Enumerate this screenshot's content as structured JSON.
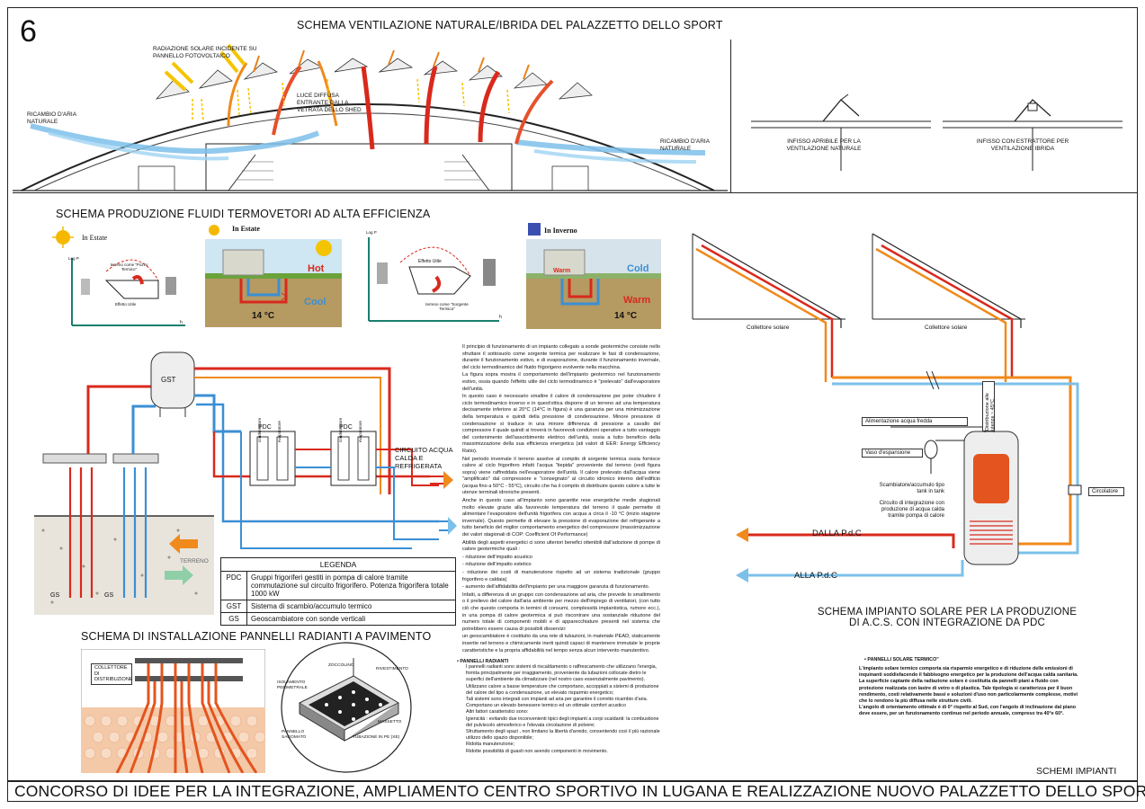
{
  "sheet_number": "6",
  "titles": {
    "ventilation": "SCHEMA VENTILAZIONE NATURALE/IBRIDA DEL PALAZZETTO DELLO SPORT",
    "fluids": "SCHEMA PRODUZIONE FLUIDI TERMOVETORI AD ALTA EFFICIENZA",
    "floor": "SCHEMA DI INSTALLAZIONE PANNELLI RADIANTI A PAVIMENTO",
    "solar_line1": "SCHEMA IMPIANTO SOLARE PER LA PRODUZIONE",
    "solar_line2": "DI A.C.S. CON INTEGRAZIONE DA PDC",
    "category": "SCHEMI IMPIANTI",
    "contest": "CONCORSO DI IDEE PER LA INTEGRAZIONE, AMPLIAMENTO CENTRO SPORTIVO IN LUGANA E REALIZZAZIONE NUOVO PALAZZETTO DELLO SPORT"
  },
  "ventilation_labels": {
    "solar": "RADIAZIONE SOLARE INCIDENTE SU PANNELLO FOTOVOLTAICO",
    "diffuse": "LUCE DIFFUSA ENTRANTE DALLA VETRATA DELLO SHED",
    "air_left": "RICAMBIO D'ARIA NATURALE",
    "air_right": "RICAMBIO D'ARIA NATURALE",
    "fixture_natural": "INFISSO APRIBILE PER LA VENTILAZIONE NATURALE",
    "fixture_hybrid": "INFISSO CON ESTRATTORE PER VENTILAZIONE IBRIDA"
  },
  "cycle_panels": {
    "summer": "In Estate",
    "winter": "In Inverno",
    "log_p": "Log P",
    "h": "h",
    "effetto_utile": "Effetto Utile",
    "pozzo": "terreno come \"Pozzo Termico\"",
    "sorgente": "terreno come \"Sorgente Termica\"",
    "hot": "Hot",
    "cool": "Cool",
    "cold": "Cold",
    "warm": "Warm",
    "temp": "14 °C"
  },
  "plant": {
    "gst": "GST",
    "pdc1": "PDC",
    "pdc2": "PDC",
    "condensatore": "condensatore",
    "evaporatore": "evaporatore",
    "circuit": "CIRCUITO ACQUA CALDA E REFRIGERATA",
    "terreno": "TERRENO",
    "gs1": "GS",
    "gs2": "GS"
  },
  "legend": {
    "header": "LEGENDA",
    "rows": [
      {
        "code": "PDC",
        "text": "Gruppi frigoriferi gestiti in pompa di calore tramite commutazione sul circuito frigorifero. Potenza frigorifera totale 1000 kW"
      },
      {
        "code": "GST",
        "text": "Sistema di scambio/accumulo termico"
      },
      {
        "code": "GS",
        "text": "Geoscambiatore con sonde verticali"
      }
    ]
  },
  "geo_text": [
    "Il principio di funzionamento di un impianto collegato a sonde geotermiche consiste nello sfruttare il sottosuolo come sorgente termica per realizzare le fasi di condensazione, durante il funzionamento estivo, e di evaporazione, durante il funzionamento invernale, del ciclo termodinamico del fluido frigorigeno evolvente nella macchina.",
    "La figura sopra mostra il comportamento dell'impianto geotermico nel funzionamento estivo, ossia quando l'effetto utile del ciclo termodinamico è \"prelevato\" dall'evaporatore dell'unità.",
    "In questo caso è necessario smaltire il calore di condensazione per poter chiudere il ciclo termodinamico inverso e in quest'ottica disporre di un terreno ad una temperatura decisamente inferiore ai 20°C (14°C in figura) è una garanzia per una minimizzazione della temperatura e quindi della pressione di condensazione. Minore pressione di condensazione si traduce in una minore differenza di pressione a cavallo del compressore il quale quindi si troverà in favorevoli condizioni operative a tutto vantaggio del contenimento dell'assorbimento elettrico dell'unità, ossia a tutto beneficio della massimizzazione della sua efficienza energetica (ati valori di EER: Energy Efficiency Ratio).",
    "Nel periodo invernale il terreno assolve al compito di sorgente termica ossia fornisce calore al ciclo frigorifero infatti l'acqua \"tiepida\" proveniente dal terreno (vedi figura sopra) viene raffreddata nell'evaporatore dell'unità. Il calore prelevato dall'acqua viene \"amplificato\" dal compressore e \"consegnato\" al circuito idronico interno dell'edificio (acqua fino a 50°C - 55°C), circuito che ha il compito di distribuire questo calore a tutte le utenze terminali idroniche presenti.",
    "Anche in questo caso all'impianto sono garantite rese energetiche medie stagionali molto elevate grazie alla favorevole temperatura del terreno il quale permette di alimentare l'evaporatore dell'unità frigorifera con acqua a circa il -10 °C (inizio stagione invernale). Questo permette di elevare la pressione di evaporazione del refrigerante a tutto beneficio del miglior comportamento energetico del compressore (massimizzazione dei valori stagionali di COP: Coefficient Of Performance)",
    "Abilità degli aspetti energetici ci sono ulteriori benefici ottenibili dall'adozione di pompe di calore geotermiche quali :",
    "- riduzione dell'impatto acustico",
    "- riduzione dell'impatto estetico",
    "- riduzione dei costi di manutenzione rispetto ad un sistema tradizionale (gruppo frigorifero e caldaia)",
    "- aumento dell'affidabilità dell'impianto per una maggiore garanzia di funzionamento.",
    "Infatti, a differenza di un gruppo con condensazione ad aria, che prevede lo smaltimento o il prelievo del calore dall'aria ambiente per mezzo dell'impiego di ventilatori, (con tutto ciò che questo comporta in termini di consumi, complessità impiantistica, rumore ecc.), in una pompa di calore geotermica si può riscontrare una sostanziale riduzione del numero totale di componenti mobili e di apparecchiature presenti nel sistema che potrebbero essere causa di possibili disservizi:",
    "un geoscambiatore è costituito da una rete di tubazioni, in materiale PEAD, staticamente inserite nel terreno e chimicamente inerti quindi capaci di mantenere immutate le proprie caratteristiche e la propria affidabilità nel tempo senza alcun intervento manutentivo."
  ],
  "solar_labels": {
    "collector1": "Collettore solare",
    "collector2": "Collettore solare",
    "cold_water": "Alimentazione acqua fredda",
    "distribution": "Distribuzione alle utenze ~ 45°C",
    "expansion": "Vaso d'espansione",
    "tank": "Scambiatore/accumulo tipo tank in tank",
    "integration": "Circuito di integrazione con produzione di acqua calda tramite pompa di calore",
    "circulator": "Circolatore",
    "from_pdc": "DALLA P.d.C",
    "to_pdc": "ALLA P.d.C"
  },
  "floor_labels": {
    "manifold": "COLLETTORE DI DISTRIBUZIONE",
    "zoccolino": "ZOCCOLINO",
    "rivestimento": "RIVESTIMENTO",
    "isolamento": "ISOLAMENTO PERIMETRALE",
    "massetto": "MASSETTO",
    "pannello": "PANNELLO SAGOMATO",
    "tubazione": "TUBAZIONE IN PE (Xe)"
  },
  "radiant_text": {
    "heading": "PANNELLI RADIANTI",
    "lines": [
      "I pannelli radianti sono sistemi di riscaldamento o raffrescamento che utilizzano l'energia, fornita principalmente per irraggiamento, proveniente da tubazioni collocate dietro le superfici dell'ambiente da climatizzare (nel nostro caso essenzialmente pavimento).",
      "Utilizzano calore a basse temperature che comportano, accoppiati a sistemi di produzione del calore del tipo a condensazione, un elevato risparmio energetico;",
      "Tali sistemi sono integrati con impianti ad aria per garantire il corretto ricambio d'aria.",
      "Comportano un elevato benessere termico ed un ottimale comfort acustico",
      "Altri fattori caratteristici sono:",
      "Igienicità : evitando due inconvenienti tipici degli impianti a corpi scaldanti: la combustione del pulviscolo atmosferico e l'elevata circolazione di polvere;",
      "Sfruttamento degli spazi , non limitano la libertà d'arredo, consentendo così il più razionale utilizzo dello spazio disponibile;",
      "Ridotta manutenzione;",
      "Ridotte possibilità di guasti non avendo componenti in movimento."
    ]
  },
  "solar_text": {
    "heading": "PANNELLI SOLARE TERMICO\"",
    "lines": [
      "L'impianto solare termico comporta sia risparmio energetico e di riduzione delle emissioni di inquinanti soddisfacendo il fabbisogno energetico per la produzione dell'acqua calda sanitaria.",
      "La superficie captante della radiazione solare è costituita da pannelli piani a fluido con protezione realizzata con lastre di vetro o di plastica. Tale tipologia si caratterizza per il buon rendimento, costi relativamente bassi e soluzioni d'uso non particolarmente complesse, motivi che lo rendono la più diffusa nelle strutture civili.",
      "L'angolo di orientamento ottimale è di 0° rispetto al Sud, con l'angolo di inclinazione dal piano deve essere, per un funzionamento continuo nel periodo annuale, compreso tra 40°e 60°."
    ]
  },
  "colors": {
    "hot": "#d9291c",
    "cold": "#3b8fd4",
    "orange": "#f08a1c",
    "ground": "#e8e4dc",
    "sun": "#f5c400"
  }
}
